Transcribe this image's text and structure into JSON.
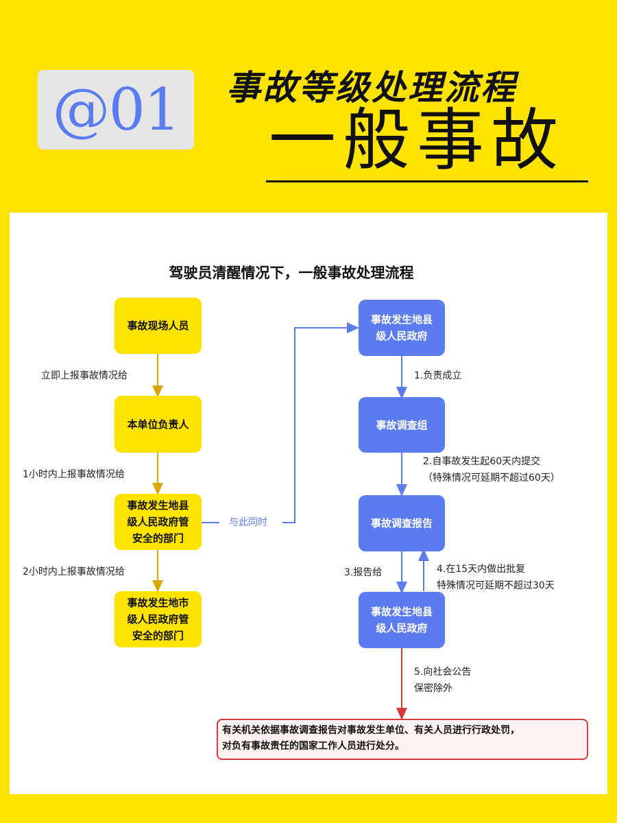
{
  "badge": "@01",
  "title_top": "事故等级处理流程",
  "title_big": "一般事故",
  "chart_title": "驾驶员清醒情况下，一般事故处理流程",
  "left_boxes": [
    "事故现场人员",
    "本单位负责人",
    "事故发生地县\n级人民政府管\n安全的部门",
    "事故发生地市\n级人民政府管\n安全的部门"
  ],
  "left_labels": [
    "立即上报事故情况给",
    "1小时内上报事故情况给",
    "2小时内上报事故情况给"
  ],
  "connector_label": "与此同时",
  "right_boxes": [
    "事故发生地县\n级人民政府",
    "事故调查组",
    "事故调查报告",
    "事故发生地县\n级人民政府"
  ],
  "right_labels": {
    "step1": "1.负责成立",
    "step2": "2.自事故发生起60天内提交\n（特殊情况可延期不超过60天）",
    "step3": "3.报告给",
    "step4": "4.在15天内做出批复\n特殊情况可延期不超过30天",
    "step5": "5.向社会公告\n保密除外"
  },
  "result_text": "有关机关依据事故调查报告对事故发生单位、有关人员进行行政处罚，\n对负有事故责任的国家工作人员进行处分。",
  "colors": {
    "yellow": "#FFE300",
    "blue": "#5B7CF0",
    "red": "#D63A3A",
    "yellow_arrow": "#D9A800"
  }
}
